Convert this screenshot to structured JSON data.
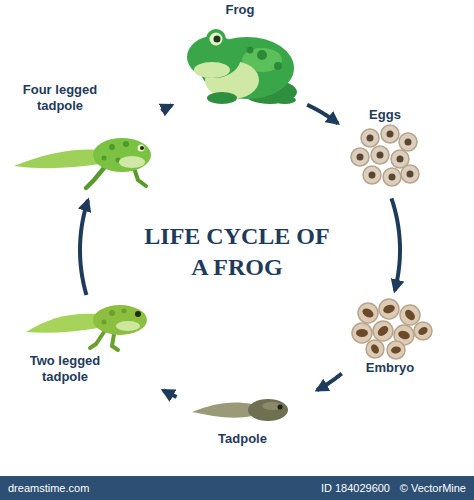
{
  "diagram": {
    "title": "LIFE CYCLE OF A FROG",
    "nodes": [
      {
        "text": [
          "Frog"
        ]
      },
      {
        "text": [
          "Eggs"
        ]
      },
      {
        "text": [
          "Embryo"
        ]
      },
      {
        "text": [
          "Tadpole"
        ]
      },
      {
        "text": [
          "Two legged tadpole"
        ]
      },
      {
        "text": [
          "Four legged tadpole"
        ]
      }
    ],
    "edges": [
      {
        "from": 0,
        "to": 1,
        "arrow": "to"
      },
      {
        "from": 1,
        "to": 2,
        "arrow": "to"
      },
      {
        "from": 2,
        "to": 3,
        "arrow": "to"
      },
      {
        "from": 3,
        "to": 4,
        "arrow": "to"
      },
      {
        "from": 4,
        "to": 5,
        "arrow": "to"
      },
      {
        "from": 5,
        "to": 0,
        "arrow": "to"
      }
    ],
    "labels": [
      "dreamstime.com",
      "ID 184029600",
      "© VectorMine"
    ]
  }
}
